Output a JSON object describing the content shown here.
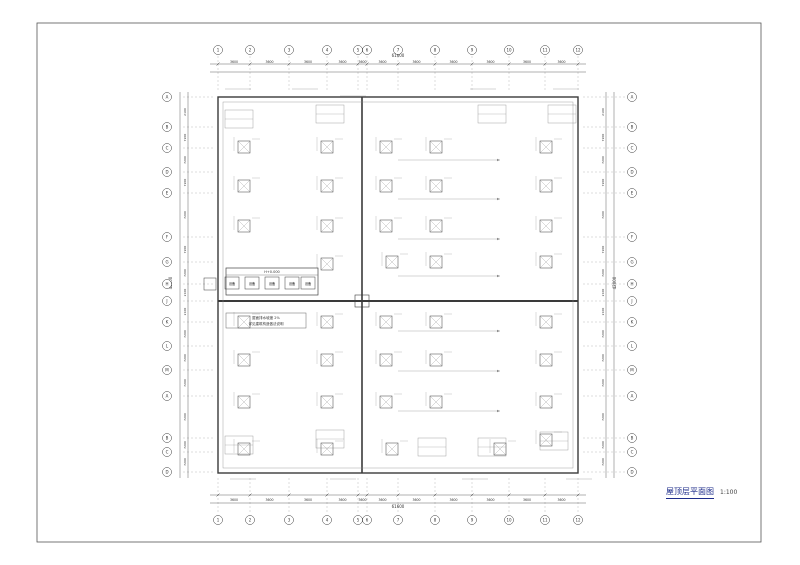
{
  "drawing": {
    "title": "屋顶层平面图",
    "scale": "1:100",
    "total_width_label": "61600",
    "total_height_label": "42000",
    "top_dims": [
      "3600",
      "3600",
      "3600",
      "3600",
      "3600",
      "3600",
      "3600",
      "3600",
      "3600",
      "3600",
      "3600"
    ],
    "side_dims": [
      "2100",
      "7200",
      "7200",
      "7200",
      "7200",
      "7200",
      "7200",
      "2100"
    ],
    "grid_cols": [
      "1",
      "2",
      "3",
      "4",
      "5",
      "6",
      "7",
      "8",
      "9",
      "10",
      "11",
      "12"
    ],
    "grid_rows": [
      "A",
      "B",
      "C",
      "D",
      "E",
      "F",
      "G",
      "H",
      "J",
      "K",
      "L",
      "M"
    ],
    "room_labels": [
      "设备",
      "设备",
      "设备",
      "设备",
      "设备"
    ],
    "note_line1": "屋面排水坡度 2%",
    "note_line2": "详见建筑构造做法说明",
    "level_note": "H+0.000"
  },
  "colors": {
    "line": "#3a3a3a",
    "light": "#8a8a8a",
    "accent": "#1c2b8a"
  }
}
